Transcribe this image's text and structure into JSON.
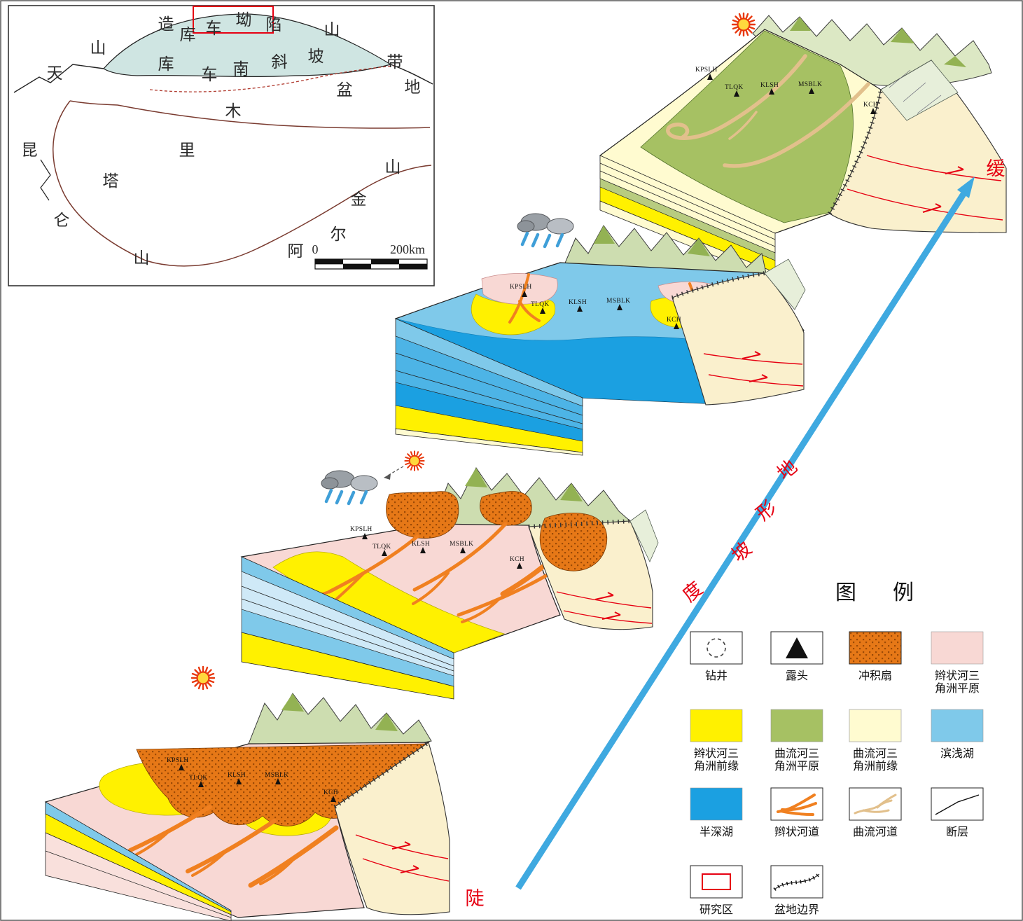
{
  "figure": {
    "type": "depositional-evolution-block-diagram"
  },
  "colors": {
    "alluvial_fan": "#e67817",
    "braided_delta_plain": "#f8d8d4",
    "braided_delta_front": "#fff100",
    "meandering_delta_plain": "#a6c163",
    "meandering_delta_front": "#fffbd0",
    "shore_shallow_lake": "#7fc9ea",
    "semi_deep_lake": "#1ba0e1",
    "braided_channel": "#f08020",
    "meandering_channel": "#e2c08c",
    "fault_red": "#e60012",
    "arrow_blue": "#3fa9e0",
    "mountain_front": "#faf0cd"
  },
  "icons": {
    "sun": "sun-icon",
    "rain": "rain-cloud-icon"
  },
  "inset_map": {
    "chars": [
      "造",
      "库",
      "车",
      "坳",
      "陷",
      "山",
      "带",
      "库",
      "车",
      "南",
      "斜",
      "坡",
      "天",
      "山",
      "盆",
      "地",
      "木",
      "里",
      "塔",
      "昆",
      "仑",
      "山",
      "金",
      "山",
      "尔",
      "阿"
    ],
    "scale_zero": "0",
    "scale_max": "200km"
  },
  "wells": [
    "KPSLH",
    "TLQK",
    "KLSH",
    "MSBLK",
    "KCH"
  ],
  "slope_arrow": {
    "steep": "陡",
    "chars": [
      "地",
      "形",
      "坡",
      "度"
    ],
    "gentle": "缓"
  },
  "legend": {
    "title_left": "图",
    "title_right": "例",
    "items": [
      {
        "id": "drill-well",
        "lines": [
          "钻井"
        ]
      },
      {
        "id": "outcrop",
        "lines": [
          "露头"
        ]
      },
      {
        "id": "alluvial-fan",
        "lines": [
          "冲积扇"
        ]
      },
      {
        "id": "braided-river-delta-plain",
        "lines": [
          "辫状河三",
          "角洲平原"
        ]
      },
      {
        "id": "braided-river-delta-front",
        "lines": [
          "辫状河三",
          "角洲前缘"
        ]
      },
      {
        "id": "meandering-river-delta-plain",
        "lines": [
          "曲流河三",
          "角洲平原"
        ]
      },
      {
        "id": "meandering-river-delta-front",
        "lines": [
          "曲流河三",
          "角洲前缘"
        ]
      },
      {
        "id": "shore-shallow-lake",
        "lines": [
          "滨浅湖"
        ]
      },
      {
        "id": "semi-deep-lake",
        "lines": [
          "半深湖"
        ]
      },
      {
        "id": "braided-channel",
        "lines": [
          "辫状河道"
        ]
      },
      {
        "id": "meandering-channel",
        "lines": [
          "曲流河道"
        ]
      },
      {
        "id": "fault",
        "lines": [
          "断层"
        ]
      },
      {
        "id": "study-area",
        "lines": [
          "研究区"
        ]
      },
      {
        "id": "basin-boundary",
        "lines": [
          "盆地边界"
        ]
      }
    ]
  }
}
